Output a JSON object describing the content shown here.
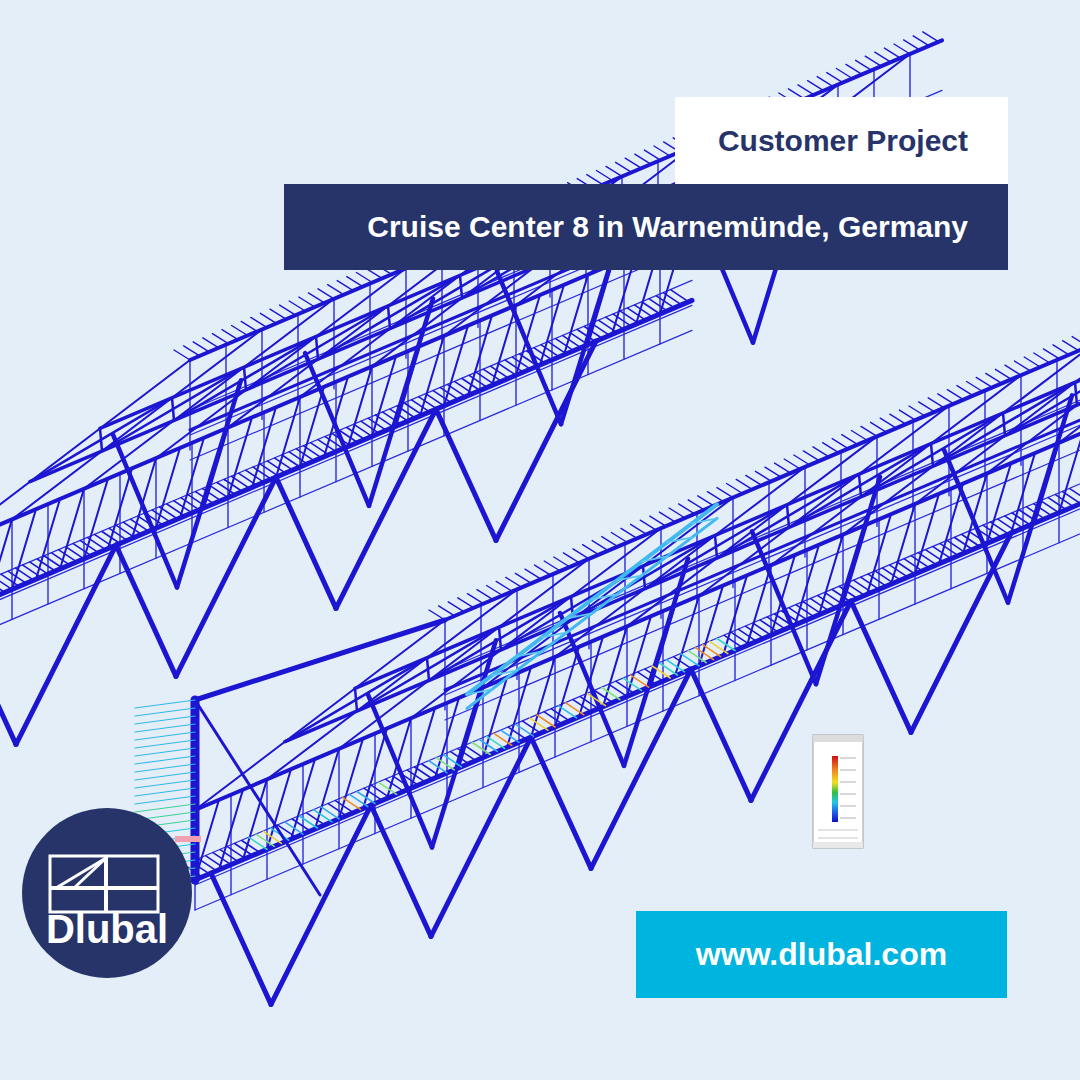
{
  "diagram": {
    "nodes": [
      {
        "text": [
          "Customer Project"
        ]
      },
      {
        "text": [
          "Cruise Center 8 in Warnemünde, Germany"
        ]
      },
      {
        "text": [
          "Dlubal"
        ]
      },
      {
        "text": [
          "www.dlubal.com"
        ]
      }
    ]
  }
}
